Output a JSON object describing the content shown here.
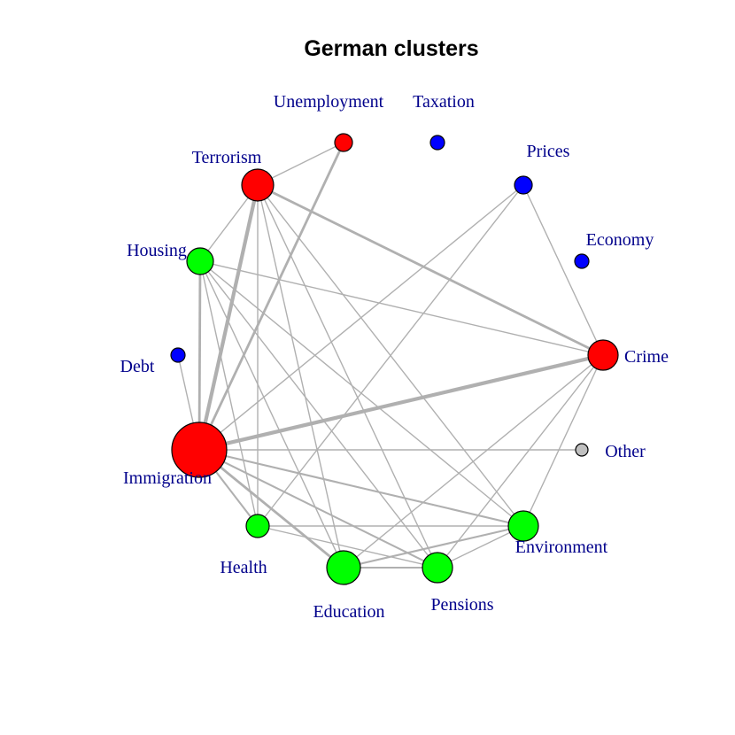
{
  "title": "German clusters",
  "label_color": "#00008B",
  "edge_color": "#B0B0B0",
  "cluster_colors": {
    "red": "#FF0000",
    "green": "#00FF00",
    "blue": "#0000FF",
    "gray": "#C0C0C0"
  },
  "nodes": [
    {
      "id": "unemployment",
      "label": "Unemployment",
      "cluster": "red"
    },
    {
      "id": "taxation",
      "label": "Taxation",
      "cluster": "blue"
    },
    {
      "id": "prices",
      "label": "Prices",
      "cluster": "blue"
    },
    {
      "id": "economy",
      "label": "Economy",
      "cluster": "blue"
    },
    {
      "id": "crime",
      "label": "Crime",
      "cluster": "red"
    },
    {
      "id": "other",
      "label": "Other",
      "cluster": "gray"
    },
    {
      "id": "environment",
      "label": "Environment",
      "cluster": "green"
    },
    {
      "id": "pensions",
      "label": "Pensions",
      "cluster": "green"
    },
    {
      "id": "education",
      "label": "Education",
      "cluster": "green"
    },
    {
      "id": "health",
      "label": "Health",
      "cluster": "green"
    },
    {
      "id": "immigration",
      "label": "Immigration",
      "cluster": "red"
    },
    {
      "id": "debt",
      "label": "Debt",
      "cluster": "blue"
    },
    {
      "id": "housing",
      "label": "Housing",
      "cluster": "green"
    },
    {
      "id": "terrorism",
      "label": "Terrorism",
      "cluster": "red"
    }
  ],
  "edges": [
    {
      "source": "terrorism",
      "target": "unemployment",
      "weight": 1
    },
    {
      "source": "terrorism",
      "target": "housing",
      "weight": 1
    },
    {
      "source": "terrorism",
      "target": "immigration",
      "weight": 3
    },
    {
      "source": "terrorism",
      "target": "crime",
      "weight": 2
    },
    {
      "source": "terrorism",
      "target": "health",
      "weight": 1
    },
    {
      "source": "terrorism",
      "target": "education",
      "weight": 1
    },
    {
      "source": "terrorism",
      "target": "pensions",
      "weight": 1
    },
    {
      "source": "terrorism",
      "target": "environment",
      "weight": 1
    },
    {
      "source": "unemployment",
      "target": "immigration",
      "weight": 2
    },
    {
      "source": "prices",
      "target": "immigration",
      "weight": 1
    },
    {
      "source": "prices",
      "target": "health",
      "weight": 1
    },
    {
      "source": "prices",
      "target": "crime",
      "weight": 1
    },
    {
      "source": "housing",
      "target": "immigration",
      "weight": 2
    },
    {
      "source": "housing",
      "target": "crime",
      "weight": 1
    },
    {
      "source": "housing",
      "target": "health",
      "weight": 1
    },
    {
      "source": "housing",
      "target": "education",
      "weight": 1
    },
    {
      "source": "housing",
      "target": "pensions",
      "weight": 1
    },
    {
      "source": "housing",
      "target": "environment",
      "weight": 1
    },
    {
      "source": "debt",
      "target": "immigration",
      "weight": 1
    },
    {
      "source": "immigration",
      "target": "crime",
      "weight": 3
    },
    {
      "source": "immigration",
      "target": "other",
      "weight": 1
    },
    {
      "source": "immigration",
      "target": "environment",
      "weight": 1.5
    },
    {
      "source": "immigration",
      "target": "health",
      "weight": 1.5
    },
    {
      "source": "immigration",
      "target": "education",
      "weight": 2
    },
    {
      "source": "immigration",
      "target": "pensions",
      "weight": 1.5
    },
    {
      "source": "crime",
      "target": "education",
      "weight": 1
    },
    {
      "source": "crime",
      "target": "pensions",
      "weight": 1
    },
    {
      "source": "crime",
      "target": "environment",
      "weight": 1
    },
    {
      "source": "health",
      "target": "environment",
      "weight": 1
    },
    {
      "source": "health",
      "target": "pensions",
      "weight": 1
    },
    {
      "source": "education",
      "target": "environment",
      "weight": 1.5
    },
    {
      "source": "education",
      "target": "pensions",
      "weight": 1.5
    },
    {
      "source": "pensions",
      "target": "environment",
      "weight": 1
    }
  ]
}
